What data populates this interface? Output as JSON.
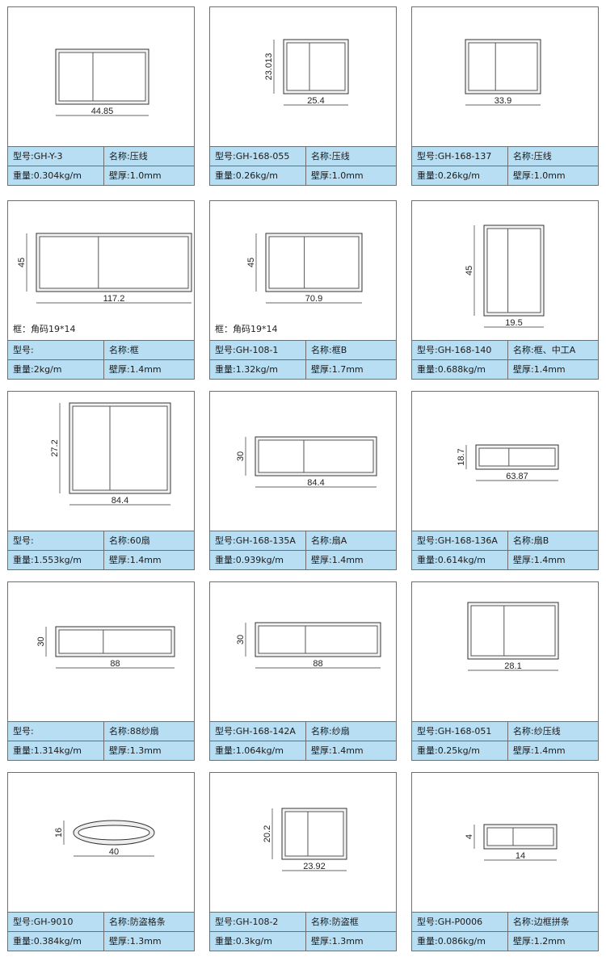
{
  "cards": [
    {
      "model": "型号:GH-Y-3",
      "name": "名称:压线",
      "weight": "重量:0.304kg/m",
      "thickness": "壁厚:1.0mm",
      "dim_w": "44.85",
      "dim_h": ""
    },
    {
      "model": "型号:GH-168-055",
      "name": "名称:压线",
      "weight": "重量:0.26kg/m",
      "thickness": "壁厚:1.0mm",
      "dim_w": "25.4",
      "dim_h": "23.013"
    },
    {
      "model": "型号:GH-168-137",
      "name": "名称:压线",
      "weight": "重量:0.26kg/m",
      "thickness": "壁厚:1.0mm",
      "dim_w": "33.9",
      "dim_h": ""
    },
    {
      "model": "型号:",
      "name": "名称:框",
      "weight": "重量:2kg/m",
      "thickness": "壁厚:1.4mm",
      "dim_w": "117.2",
      "dim_h": "45",
      "note": "框：角码19*14"
    },
    {
      "model": "型号:GH-108-1",
      "name": "名称:框B",
      "weight": "重量:1.32kg/m",
      "thickness": "壁厚:1.7mm",
      "dim_w": "70.9",
      "dim_h": "45",
      "note": "框：角码19*14"
    },
    {
      "model": "型号:GH-168-140",
      "name": "名称:框、中工A",
      "weight": "重量:0.688kg/m",
      "thickness": "壁厚:1.4mm",
      "dim_w": "19.5",
      "dim_h": "45"
    },
    {
      "model": "型号:",
      "name": "名称:60扇",
      "weight": "重量:1.553kg/m",
      "thickness": "壁厚:1.4mm",
      "dim_w": "84.4",
      "dim_h": "27.2"
    },
    {
      "model": "型号:GH-168-135A",
      "name": "名称:扇A",
      "weight": "重量:0.939kg/m",
      "thickness": "壁厚:1.4mm",
      "dim_w": "84.4",
      "dim_h": "30"
    },
    {
      "model": "型号:GH-168-136A",
      "name": "名称:扇B",
      "weight": "重量:0.614kg/m",
      "thickness": "壁厚:1.4mm",
      "dim_w": "63.87",
      "dim_h": "18.7"
    },
    {
      "model": "型号:",
      "name": "名称:88纱扇",
      "weight": "重量:1.314kg/m",
      "thickness": "壁厚:1.3mm",
      "dim_w": "88",
      "dim_h": "30"
    },
    {
      "model": "型号:GH-168-142A",
      "name": "名称:纱扇",
      "weight": "重量:1.064kg/m",
      "thickness": "壁厚:1.4mm",
      "dim_w": "88",
      "dim_h": "30"
    },
    {
      "model": "型号:GH-168-051",
      "name": "名称:纱压线",
      "weight": "重量:0.25kg/m",
      "thickness": "壁厚:1.4mm",
      "dim_w": "28.1",
      "dim_h": ""
    },
    {
      "model": "型号:GH-9010",
      "name": "名称:防盗格条",
      "weight": "重量:0.384kg/m",
      "thickness": "壁厚:1.3mm",
      "dim_w": "40",
      "dim_h": "16"
    },
    {
      "model": "型号:GH-108-2",
      "name": "名称:防盗框",
      "weight": "重量:0.3kg/m",
      "thickness": "壁厚:1.3mm",
      "dim_w": "23.92",
      "dim_h": "20.2"
    },
    {
      "model": "型号:GH-P0006",
      "name": "名称:边框拼条",
      "weight": "重量:0.086kg/m",
      "thickness": "壁厚:1.2mm",
      "dim_w": "14",
      "dim_h": "4"
    }
  ]
}
